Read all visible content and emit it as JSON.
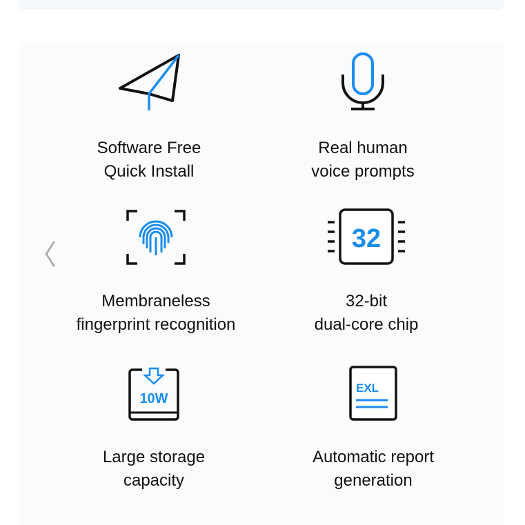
{
  "nav": {
    "prev_label": "〈"
  },
  "features": [
    {
      "line1": "Software Free",
      "line2": "Quick Install",
      "icon": "paper-plane-icon"
    },
    {
      "line1": "Real human",
      "line2": "voice prompts",
      "icon": "microphone-icon"
    },
    {
      "line1": "Membraneless",
      "line2": "fingerprint recognition",
      "icon": "fingerprint-icon"
    },
    {
      "line1": "32-bit",
      "line2": "dual-core chip",
      "icon": "chip-icon",
      "icon_text": "32"
    },
    {
      "line1": "Large storage",
      "line2": "capacity",
      "icon": "storage-icon",
      "icon_text": "10W"
    },
    {
      "line1": "Automatic report",
      "line2": "generation",
      "icon": "report-icon",
      "icon_text": "EXL"
    }
  ],
  "colors": {
    "accent": "#1a8cf0",
    "stroke": "#111111"
  }
}
